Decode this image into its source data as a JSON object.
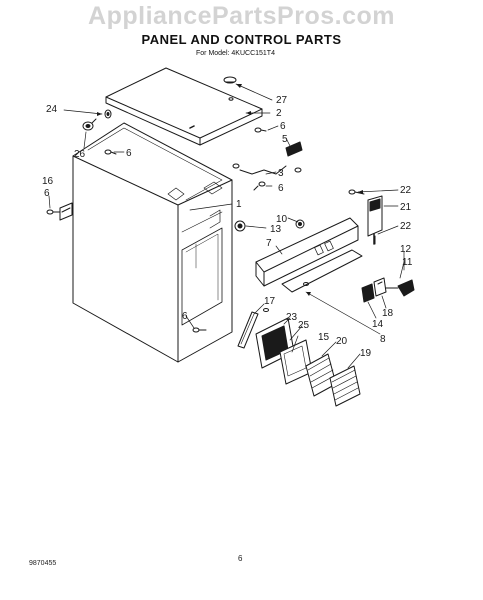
{
  "watermark": "AppliancePartsPros.com",
  "title": "PANEL AND CONTROL PARTS",
  "subtitle": "For Model: 4KUCC151T4",
  "footer": {
    "doc_number": "9870455",
    "page_number": "6"
  },
  "callouts": {
    "c27": "27",
    "c2": "2",
    "c24": "24",
    "c6a": "6",
    "c5": "5",
    "c26": "26",
    "c6b": "6",
    "c3": "3",
    "c6c": "6",
    "c16": "16",
    "c6d": "6",
    "c1": "1",
    "c22a": "22",
    "c21": "21",
    "c10": "10",
    "c13": "13",
    "c22b": "22",
    "c7": "7",
    "c12": "12",
    "c11": "11",
    "c18": "18",
    "c14": "14",
    "c8": "8",
    "c17": "17",
    "c6e": "6",
    "c23": "23",
    "c25": "25",
    "c15": "15",
    "c20": "20",
    "c19": "19"
  }
}
